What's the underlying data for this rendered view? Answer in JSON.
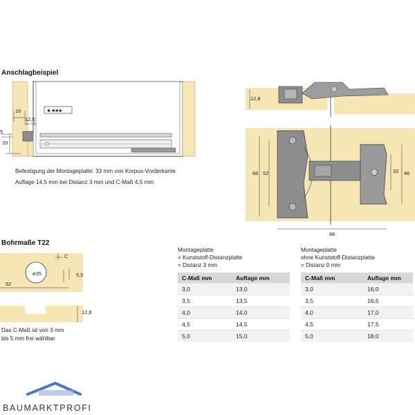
{
  "sections": {
    "anschlag_title": "Anschlagbeispiel",
    "bohr_title": "Bohrmaße T22"
  },
  "anschlag": {
    "dim_16": "16",
    "dim_12_5": "12,5",
    "dim_5": "5",
    "dim_33": "33",
    "caption_line1": "Befestigung der Montageplatte: 33 mm von Korpus-Vorderkante",
    "caption_line2": "Auflage 14,5 mm bei Distanz 3 mm und C-Maß 4,5 mm"
  },
  "hinge": {
    "dim_12_8": "12,8",
    "dim_66": "66",
    "dim_52": "52",
    "dim_32": "32",
    "dim_46": "46",
    "dim_88": "88"
  },
  "bohr": {
    "dim_c": "C",
    "dim_35": "ø35",
    "dim_5_5": "5,5",
    "dim_52": "52",
    "dim_12_8": "12,8",
    "caption_line1": "Das C-Maß ist von 3 mm",
    "caption_line2": "bis 5 mm frei wählbar"
  },
  "table1": {
    "head_line1": "Montageplatte",
    "head_line2": "+ Kunststoff-Distanzplatte",
    "head_line3": "= Distanz 3 mm",
    "col1": "C-Maß mm",
    "col2": "Auflage mm",
    "rows": [
      [
        "3,0",
        "13,0"
      ],
      [
        "3,5",
        "13,5"
      ],
      [
        "4,0",
        "14,0"
      ],
      [
        "4,5",
        "14,5"
      ],
      [
        "5,0",
        "15,0"
      ]
    ]
  },
  "table2": {
    "head_line1": "Montageplatte",
    "head_line2": "ohne Kunststoff-Distanzplatte",
    "head_line3": "= Distanz 0 mm",
    "col1": "C-Maß mm",
    "col2": "Auflage mm",
    "rows": [
      [
        "3,0",
        "16,0"
      ],
      [
        "3,5",
        "16,5"
      ],
      [
        "4,0",
        "17,0"
      ],
      [
        "4,5",
        "17,5"
      ],
      [
        "5,0",
        "18,0"
      ]
    ]
  },
  "logo": {
    "text": "BAUMARKTPROFI"
  },
  "colors": {
    "wood": "#f6e6b4",
    "metal": "#8d8d8d",
    "line": "#333333",
    "logo_blue": "#4a78c2"
  }
}
